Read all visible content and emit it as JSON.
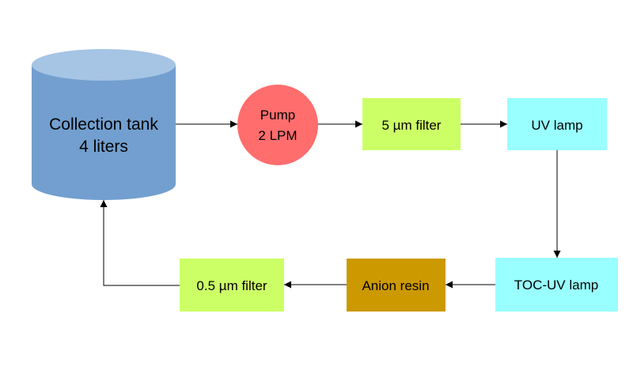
{
  "diagram": {
    "tank": {
      "line1": "Collection tank",
      "line2": "4 liters"
    },
    "pump": {
      "line1": "Pump",
      "line2": "2 LPM"
    },
    "filter_5um": {
      "label": "5 µm filter"
    },
    "uv_lamp": {
      "label": "UV lamp"
    },
    "toc_uv_lamp": {
      "label": "TOC-UV lamp"
    },
    "anion_resin": {
      "label": "Anion resin"
    },
    "filter_05um": {
      "label": "0.5 µm filter"
    }
  },
  "colors": {
    "tank_body": "#729fcf",
    "tank_top": "#a6c4e4",
    "pump": "#ff6d6d",
    "filter": "#ccff66",
    "uv": "#99ffff",
    "resin": "#cc9900",
    "line": "#000000"
  }
}
